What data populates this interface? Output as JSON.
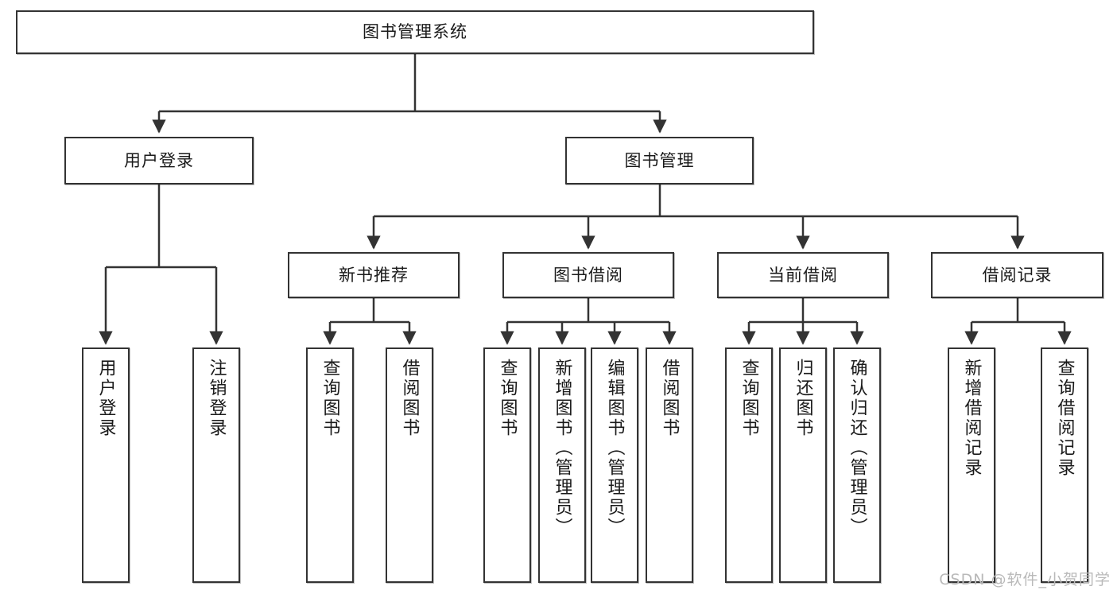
{
  "diagram": {
    "type": "tree-hierarchy",
    "title": "图书管理系统",
    "watermark": "CSDN @软件_小贺同学",
    "colors": {
      "stroke": "#333333",
      "node_fill": "#ffffff",
      "text": "#1a1a1a",
      "watermark": "#b9b9b9",
      "background": "#ffffff"
    },
    "nodes": {
      "root": {
        "label": "图书管理系统",
        "orientation": "horizontal",
        "level": 0
      },
      "level1": [
        {
          "id": "user-login",
          "label": "用户登录",
          "orientation": "horizontal",
          "level": 1
        },
        {
          "id": "book-management",
          "label": "图书管理",
          "orientation": "horizontal",
          "level": 1
        }
      ],
      "level2": [
        {
          "id": "new-book-recommend",
          "label": "新书推荐",
          "orientation": "horizontal",
          "level": 2
        },
        {
          "id": "book-borrow",
          "label": "图书借阅",
          "orientation": "horizontal",
          "level": 2
        },
        {
          "id": "current-borrow",
          "label": "当前借阅",
          "orientation": "horizontal",
          "level": 2
        },
        {
          "id": "borrow-record",
          "label": "借阅记录",
          "orientation": "horizontal",
          "level": 2
        }
      ],
      "leaves": [
        {
          "id": "leaf-user-login",
          "label": "用户登录",
          "parent": "user-login",
          "orientation": "vertical"
        },
        {
          "id": "leaf-user-logout",
          "label": "注销登录",
          "parent": "user-login",
          "orientation": "vertical"
        },
        {
          "id": "leaf-query-book-1",
          "label": "查询图书",
          "parent": "new-book-recommend",
          "orientation": "vertical"
        },
        {
          "id": "leaf-borrow-book-1",
          "label": "借阅图书",
          "parent": "new-book-recommend",
          "orientation": "vertical"
        },
        {
          "id": "leaf-query-book-2",
          "label": "查询图书",
          "parent": "book-borrow",
          "orientation": "vertical"
        },
        {
          "id": "leaf-add-book",
          "label": "新增图书（管理员）",
          "parent": "book-borrow",
          "orientation": "vertical"
        },
        {
          "id": "leaf-edit-book",
          "label": "编辑图书（管理员）",
          "parent": "book-borrow",
          "orientation": "vertical"
        },
        {
          "id": "leaf-borrow-book-2",
          "label": "借阅图书",
          "parent": "book-borrow",
          "orientation": "vertical"
        },
        {
          "id": "leaf-query-book-3",
          "label": "查询图书",
          "parent": "current-borrow",
          "orientation": "vertical"
        },
        {
          "id": "leaf-return-book",
          "label": "归还图书",
          "parent": "current-borrow",
          "orientation": "vertical"
        },
        {
          "id": "leaf-confirm-return",
          "label": "确认归还（管理员）",
          "parent": "current-borrow",
          "orientation": "vertical"
        },
        {
          "id": "leaf-add-record",
          "label": "新增借阅记录",
          "parent": "borrow-record",
          "orientation": "vertical"
        },
        {
          "id": "leaf-query-record",
          "label": "查询借阅记录",
          "parent": "borrow-record",
          "orientation": "vertical"
        }
      ]
    }
  }
}
